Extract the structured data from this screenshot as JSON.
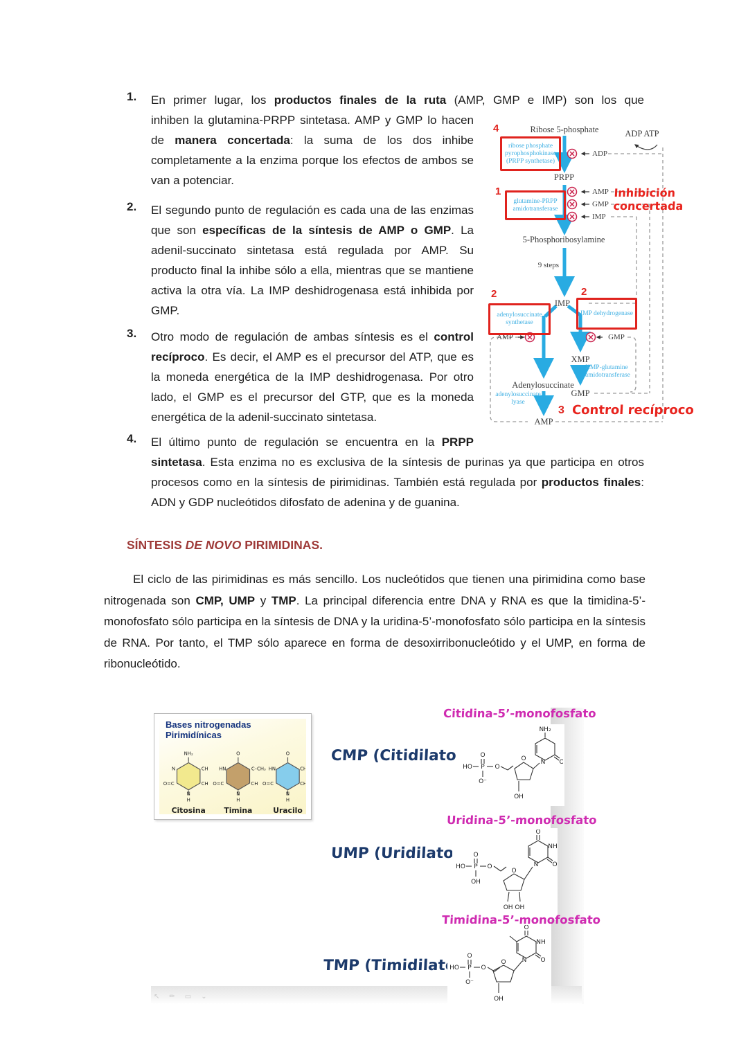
{
  "list": {
    "items": [
      {
        "number": "1.",
        "line1": [
          {
            "t": "En primer lugar, los "
          },
          {
            "t": "productos finales de la ruta",
            "b": 1
          },
          {
            "t": " (AMP, GMP e IMP) son los que"
          }
        ],
        "rest": [
          {
            "t": "inhiben la glutamina-PRPP sintetasa. AMP y GMP lo hacen de "
          },
          {
            "t": "manera concertada",
            "b": 1
          },
          {
            "t": ": la suma de los dos inhibe completamente a la enzima porque los efectos de ambos se van a potenciar."
          }
        ]
      },
      {
        "number": "2.",
        "text": [
          {
            "t": "El segundo punto de regulación es cada una de las enzimas que son "
          },
          {
            "t": "específicas de la síntesis de AMP o GMP",
            "b": 1
          },
          {
            "t": ". La adenil-succinato sintetasa está regulada por AMP. Su producto final la inhibe sólo a ella, mientras que se mantiene activa la otra vía. La IMP deshidrogenasa está inhibida por GMP."
          }
        ]
      },
      {
        "number": "3.",
        "text": [
          {
            "t": "Otro modo de regulación de ambas síntesis es el "
          },
          {
            "t": "control recíproco",
            "b": 1
          },
          {
            "t": ". Es decir, el AMP es el precursor del ATP, que es la moneda energética de la IMP deshidrogenasa. Por otro lado, el GMP es el precursor del GTP, que es la moneda energética de la adenil-succinato sintetasa."
          }
        ]
      },
      {
        "number": "4.",
        "line1": [
          {
            "t": "El último punto de regulación se encuentra en la "
          },
          {
            "t": "PRPP",
            "b": 1
          }
        ],
        "rest": [
          {
            "t": "sintetasa",
            "b": 1
          },
          {
            "t": ". Esta enzima no es exclusiva de la síntesis de purinas ya que participa en otros procesos como en la síntesis de pirimidinas. También está regulada por "
          },
          {
            "t": "productos finales",
            "b": 1
          },
          {
            "t": ": ADN y GDP nucleótidos difosfato de adenina y de guanina."
          }
        ]
      }
    ]
  },
  "section": {
    "heading": [
      {
        "t": "SÍNTESIS ",
        "b": 1
      },
      {
        "t": "DE NOVO",
        "b": 1,
        "i": 1
      },
      {
        "t": " PIRIMIDINAS",
        "b": 1
      },
      {
        "t": ".",
        "b": 1
      }
    ],
    "paragraph": [
      {
        "t": "El ciclo de las pirimidinas es más sencillo. Los nucleótidos que tienen una pirimidina como base nitrogenada son "
      },
      {
        "t": "CMP, UMP",
        "b": 1
      },
      {
        "t": " y "
      },
      {
        "t": "TMP",
        "b": 1
      },
      {
        "t": ". La principal diferencia entre DNA y RNA es que la timidina-5’-monofosfato sólo participa en la síntesis de DNA y la uridina-5’-monofosfato sólo participa en la síntesis de RNA. Por tanto, el TMP sólo aparece en forma de desoxirribonucleótido y el UMP, en forma de ribonucleótido."
      }
    ]
  },
  "diagram": {
    "numbers": {
      "n1": "1",
      "n2a": "2",
      "n2b": "2",
      "n3": "3",
      "n4": "4"
    },
    "annotations": {
      "inhibicion": "Inhibición concertada",
      "control": "Control recíproco"
    },
    "nodes": {
      "ribose": "Ribose 5-phosphate",
      "adp_atp": "ADP  ATP",
      "prpp": "PRPP",
      "pra": "5-Phosphoribosylamine",
      "steps": "9 steps",
      "imp": "IMP",
      "xmp": "XMP",
      "adenylosuccinate": "Adenylosuccinate",
      "gmp": "GMP",
      "amp": "AMP"
    },
    "feedback": {
      "adp": "ADP",
      "amp": "AMP",
      "gmp": "GMP",
      "imp": "IMP",
      "amp_bottom": "AMP",
      "gmp_bottom": "GMP"
    },
    "enzymes": {
      "prpp_synthetase": "ribose phosphate pyrophosphokinase (PRPP synthetase)",
      "glutamine_prpp": "glutamine-PRPP amidotransferase",
      "adenylo_synth": "adenylosuccinate synthetase",
      "imp_dehydro": "IMP dehydrogenase",
      "xmp_glutamine": "XMP-glutamine amidotransferase",
      "adenylo_lyase": "adenylosuccinate lyase"
    }
  },
  "figures": {
    "bases": {
      "title": "Bases nitrogenadas\nPirimidínicas",
      "items": [
        {
          "name": "Citosina",
          "color": "#f2e98e",
          "top": "NH₂",
          "tl": "N",
          "tr": "CH",
          "br": "CH",
          "bl": "O=C",
          "bottom": "N",
          "h": "H"
        },
        {
          "name": "Timina",
          "color": "#c3a06b",
          "top": "O",
          "tl": "HN",
          "tr": "C–CH₃",
          "br": "CH",
          "bl": "O=C",
          "bottom": "N",
          "h": "H"
        },
        {
          "name": "Uracilo",
          "color": "#86cdec",
          "top": "O",
          "tl": "HN",
          "tr": "CH",
          "br": "CH",
          "bl": "O=C",
          "bottom": "N",
          "h": "H"
        }
      ]
    },
    "nucleotides": [
      {
        "title": "Citidina-5’-monofosfato",
        "label": "CMP (Citidilato)",
        "atoms": {
          "amine": "NH₂",
          "n": "N",
          "ho": "HO",
          "p": "P",
          "o_up": "O",
          "o_down": "O⁻",
          "o_link": "O",
          "o_ring": "O",
          "o_base": "O",
          "oh": "OH"
        }
      },
      {
        "title": "Uridina-5’-monofosfato",
        "label": "UMP (Uridilato)",
        "atoms": {
          "o_top": "O",
          "nh": "NH",
          "ho": "HO",
          "p": "P",
          "o_up": "O",
          "o_down": "OH",
          "o_link": "O",
          "o_ring": "O",
          "o_base": "O",
          "oh2": "OH  OH",
          "n": "N"
        }
      },
      {
        "title": "Timidina-5’-monofosfato",
        "label": "TMP (Timidilato)",
        "atoms": {
          "o_top": "O",
          "nh": "NH",
          "ho": "HO",
          "p": "P",
          "o_up": "O",
          "o_down": "O⁻",
          "o_link": "O",
          "o_ring": "O",
          "o_base": "O",
          "oh": "OH",
          "n": "N"
        }
      }
    ]
  },
  "toolbar": {
    "icons": [
      "↖",
      "✏",
      "▭",
      "⌄"
    ]
  },
  "colors": {
    "accent_red": "#e0231e",
    "handwriting_red": "#e8231d",
    "arrow_blue": "#29abe2",
    "enzyme_blue": "#41b0e3",
    "magenta": "#cf2bb1",
    "navy": "#1c3a6b",
    "heading_maroon": "#9e3a38",
    "otimes_red": "#c9234d"
  }
}
